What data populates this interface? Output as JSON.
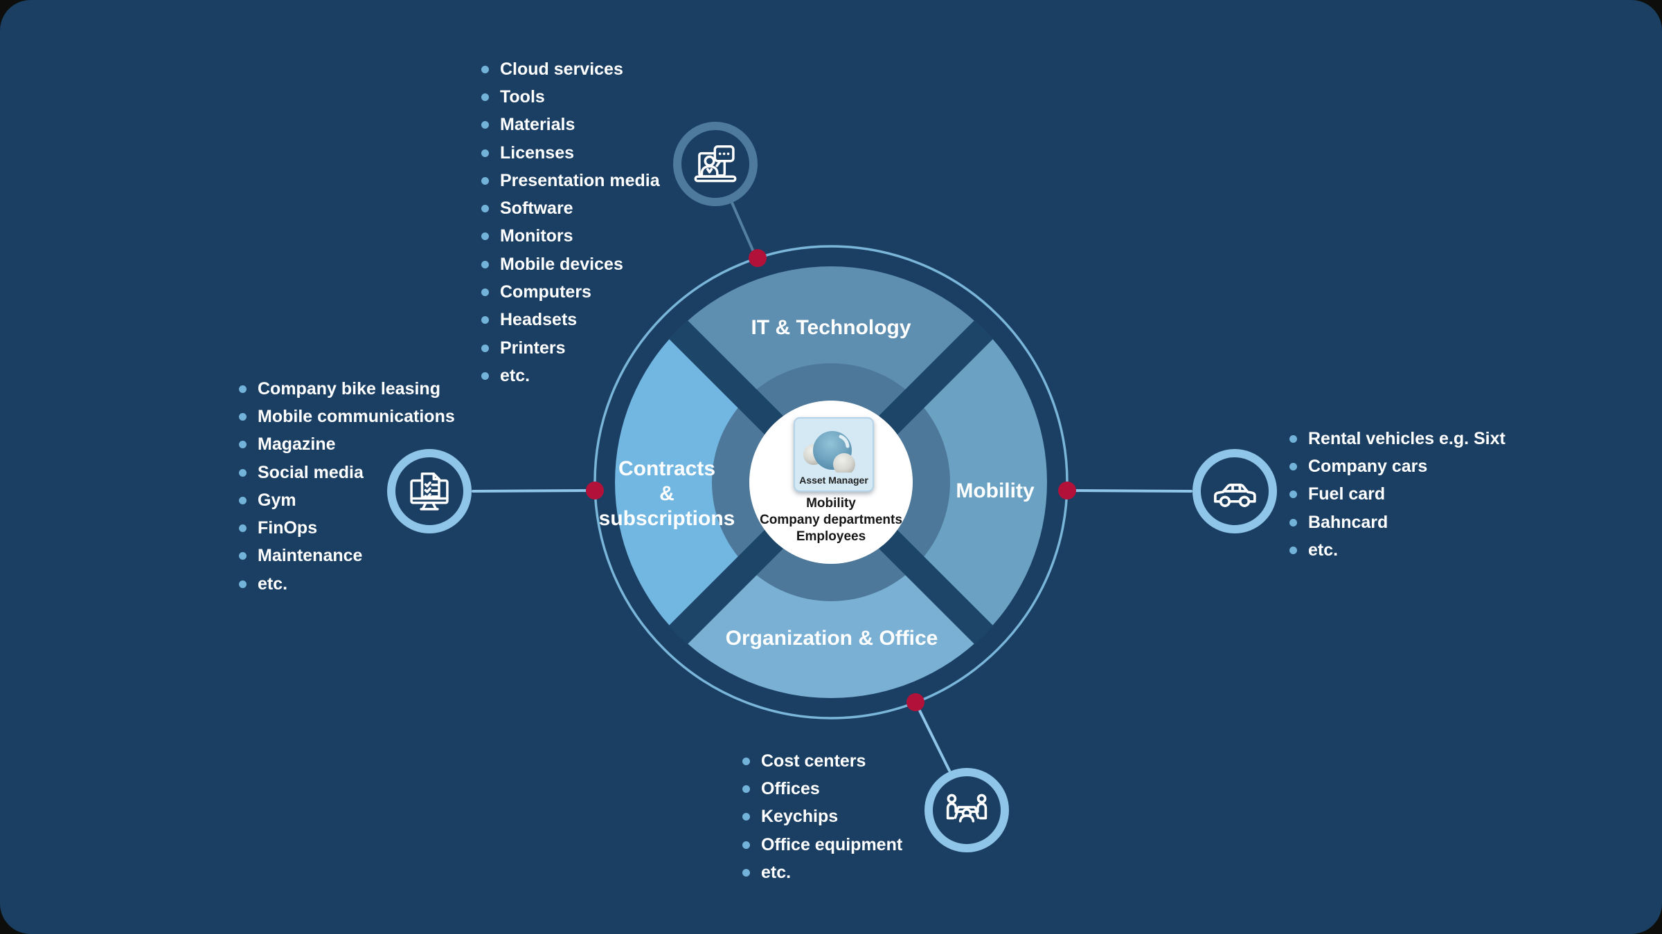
{
  "title": "Asset Manager overview diagram",
  "colors": {
    "background": "#1b3f62",
    "cross_band": "#1d4568",
    "quadrant_it": "#5f8fb0",
    "quadrant_mobility": "#6ba2c3",
    "quadrant_organization": "#79b0d4",
    "quadrant_contracts": "#72b6e2",
    "inner_disc": "#4d7899",
    "outer_ring": "#7ab6da",
    "node_ring_light": "#8fc5e8",
    "node_ring_dark": "#4d7a9d",
    "connector_dot": "#b2123a",
    "bullet": "#73b3da",
    "center_circle": "#ffffff"
  },
  "center": {
    "app_label": "Asset Manager",
    "lines": [
      "Mobility",
      "Company departments",
      "Employees"
    ]
  },
  "quadrants": {
    "it": {
      "label": "IT & Technology"
    },
    "mobility": {
      "label": "Mobility"
    },
    "organization": {
      "label": "Organization & Office"
    },
    "contracts": {
      "lines": [
        "Contracts",
        "&",
        "subscriptions"
      ]
    }
  },
  "icons": {
    "it": "video-call-icon",
    "contracts": "checklist-monitor-icon",
    "mobility": "car-icon",
    "organization": "meeting-table-icon",
    "center": "asset-manager-logo"
  },
  "lists": {
    "it": {
      "items": [
        "Cloud services",
        "Tools",
        "Materials",
        "Licenses",
        "Presentation media",
        "Software",
        "Monitors",
        "Mobile devices",
        "Computers",
        "Headsets",
        "Printers",
        "etc."
      ]
    },
    "contracts": {
      "items": [
        "Company bike leasing",
        "Mobile communications",
        "Magazine",
        "Social media",
        "Gym",
        "FinOps",
        "Maintenance",
        "etc."
      ]
    },
    "mobility": {
      "items": [
        "Rental vehicles e.g. Sixt",
        "Company cars",
        "Fuel card",
        "Bahncard",
        "etc."
      ]
    },
    "organization": {
      "items": [
        "Cost centers",
        "Offices",
        "Keychips",
        "Office equipment",
        "etc."
      ]
    }
  }
}
